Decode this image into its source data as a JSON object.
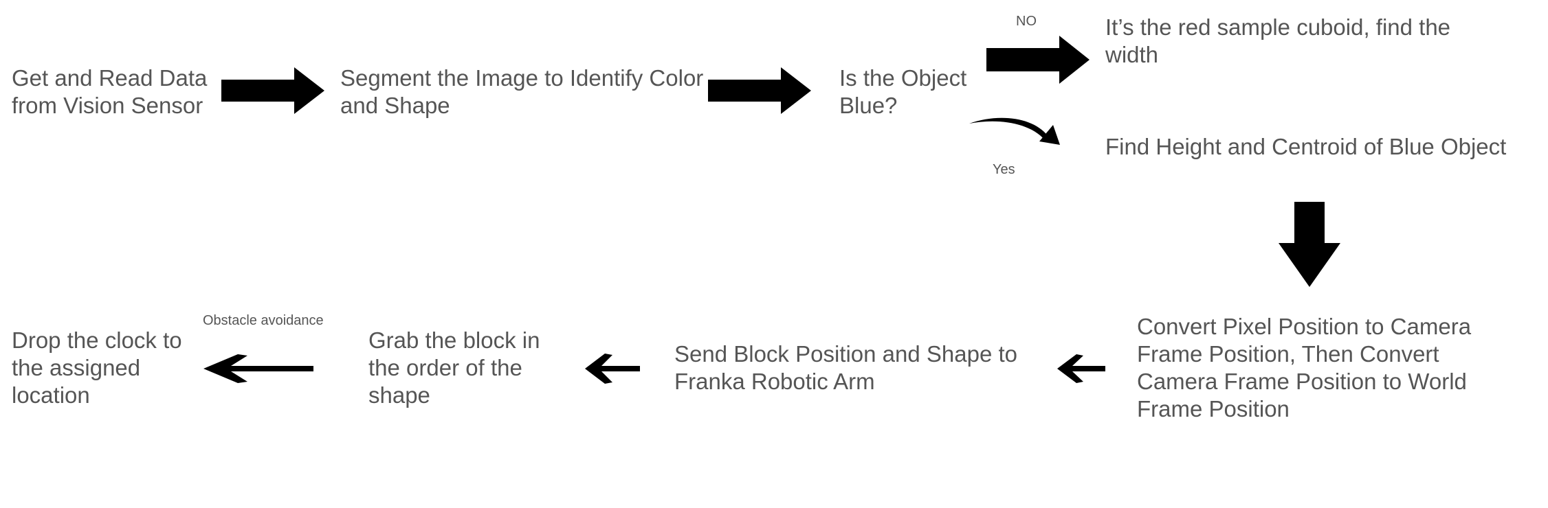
{
  "nodes": {
    "get_data": "Get and Read Data\nfrom Vision Sensor",
    "segment": "Segment the Image to Identify Color\nand Shape",
    "is_blue": "Is the Object\nBlue?",
    "red_cuboid": "It’s the red sample cuboid, find the\nwidth",
    "find_height": "Find Height and Centroid of Blue Object",
    "convert": "Convert Pixel Position to Camera\nFrame Position, Then Convert\nCamera Frame Position to World\nFrame Position",
    "send_position": "Send Block Position and Shape to\nFranka Robotic Arm",
    "grab_block": "Grab the block in\nthe order of the\nshape",
    "drop_block": "Drop the clock to\nthe assigned\nlocation"
  },
  "edge_labels": {
    "no": "NO",
    "yes": "Yes",
    "obstacle": "Obstacle avoidance"
  }
}
